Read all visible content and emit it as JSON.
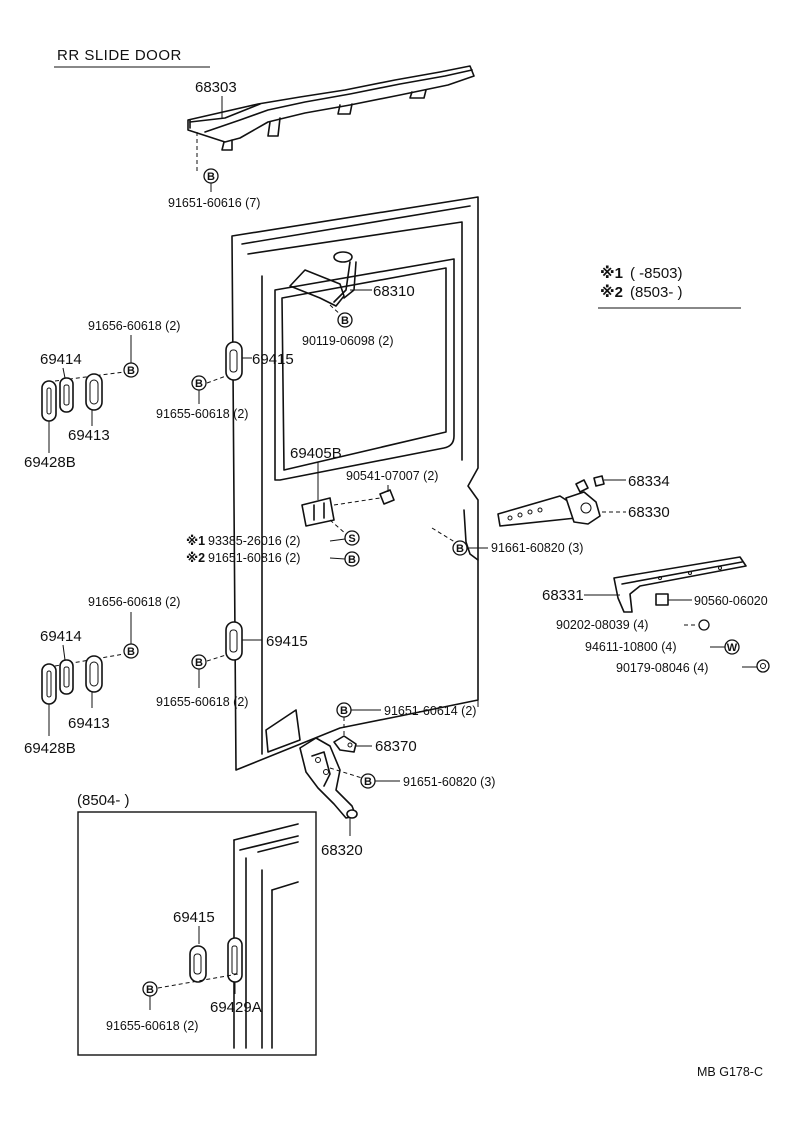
{
  "title": "RR SLIDE DOOR",
  "figure_code": "MB  G178-C",
  "legend": {
    "mark1": "※1",
    "range1": "(      -8503)",
    "mark2": "※2",
    "range2": "(8503-      )"
  },
  "inset_label": "(8504-       )",
  "circle_letters": {
    "bolt": "B",
    "screw": "S",
    "washer": "W"
  },
  "parts": {
    "p68303": "68303",
    "p68303_bolt": "91651-60616 (7)",
    "p68310": "68310",
    "p68310_bolt": "90119-06098 (2)",
    "p_upper_screw_top": "91656-60618 (2)",
    "p_upper_69414": "69414",
    "p_upper_69415": "69415",
    "p_upper_screw_bottom": "91655-60618 (2)",
    "p_upper_69413": "69413",
    "p_upper_69428B": "69428B",
    "p69405B": "69405B",
    "p90541": "90541-07007 (2)",
    "p93385": "93385-26016 (2)",
    "p91651_60816": "91651-60816 (2)",
    "p68334": "68334",
    "p68330": "68330",
    "p91661": "91661-60820 (3)",
    "p68331": "68331",
    "p90560": "90560-06020",
    "p90202": "90202-08039 (4)",
    "p94611": "94611-10800 (4)",
    "p90179": "90179-08046 (4)",
    "p_lower_screw_top": "91656-60618 (2)",
    "p_lower_69414": "69414",
    "p_lower_69415": "69415",
    "p_lower_screw_bottom": "91655-60618 (2)",
    "p_lower_69413": "69413",
    "p_lower_69428B": "69428B",
    "p91651_60614": "91651-60614 (2)",
    "p68370": "68370",
    "p91651_60820": "91651-60820 (3)",
    "p68320": "68320",
    "p_inset_69415": "69415",
    "p_inset_69429A": "69429A",
    "p_inset_screw": "91655-60618 (2)"
  }
}
